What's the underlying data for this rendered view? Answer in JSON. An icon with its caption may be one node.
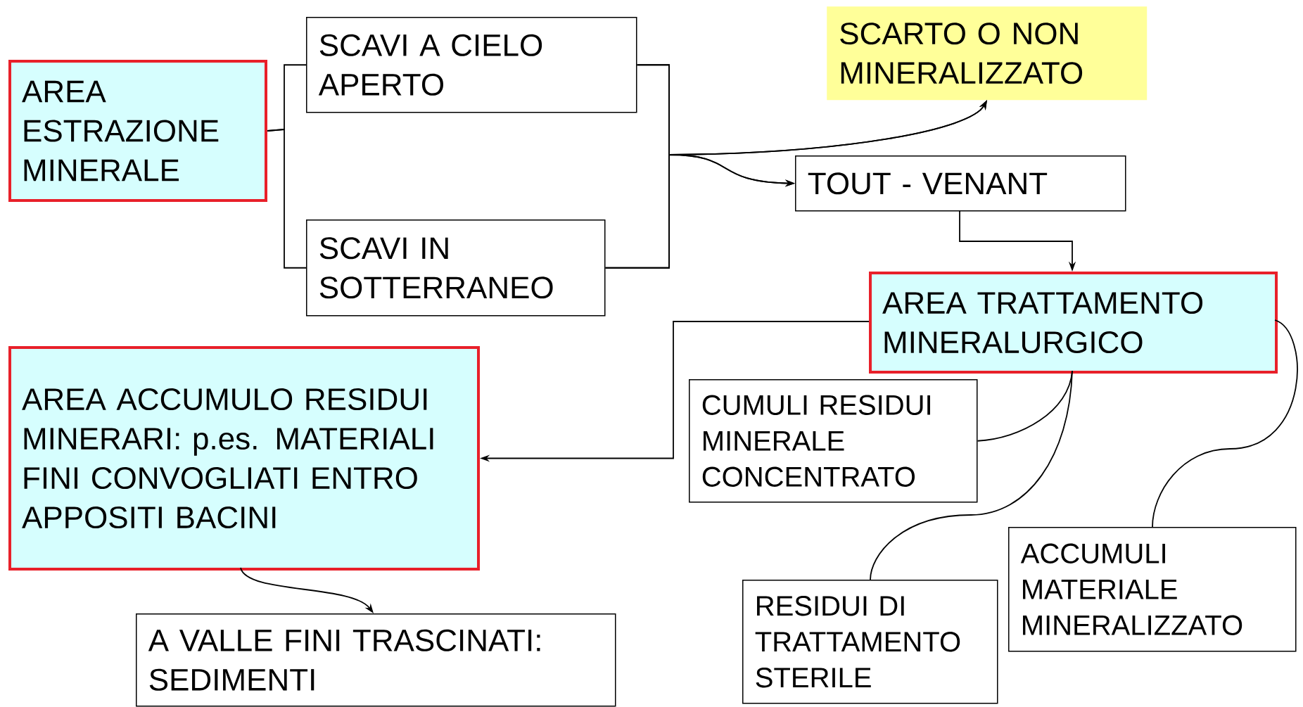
{
  "diagram": {
    "nodes": [
      {
        "text": [
          "AREA ESTRAZIONE MINERALE"
        ]
      },
      {
        "text": [
          "SCAVI A CIELO APERTO"
        ]
      },
      {
        "text": [
          "SCAVI IN SOTTERRANEO"
        ]
      },
      {
        "text": [
          "SCARTO O NON MINERALIZZATO"
        ]
      },
      {
        "text": [
          "TOUT - VENANT"
        ]
      },
      {
        "text": [
          "AREA TRATTAMENTO MINERALURGICO"
        ]
      },
      {
        "text": [
          "CUMULI RESIDUI MINERALE CONCENTRATO"
        ]
      },
      {
        "text": [
          "AREA ACCUMULO RESIDUI MINERARI: p.es. MATERIALI FINI CONVOGLIATI ENTRO APPOSITI BACINI"
        ]
      },
      {
        "text": [
          "A VALLE FINI TRASCINATI: SEDIMENTI"
        ]
      },
      {
        "text": [
          "RESIDUI DI TRATTAMENTO STERILE"
        ]
      },
      {
        "text": [
          "ACCUMULI MATERIALE MINERALIZZATO"
        ]
      }
    ],
    "edges": [
      {
        "from": 0,
        "to": 1,
        "arrow": "none"
      },
      {
        "from": 0,
        "to": 2,
        "arrow": "none"
      },
      {
        "from": 1,
        "to": 3,
        "arrow": "to"
      },
      {
        "from": 2,
        "to": 3,
        "arrow": "to"
      },
      {
        "from": 1,
        "to": 4,
        "arrow": "to"
      },
      {
        "from": 2,
        "to": 4,
        "arrow": "to"
      },
      {
        "from": 4,
        "to": 5,
        "arrow": "to"
      },
      {
        "from": 5,
        "to": 7,
        "arrow": "to"
      },
      {
        "from": 5,
        "to": 6,
        "arrow": "none"
      },
      {
        "from": 5,
        "to": 9,
        "arrow": "none"
      },
      {
        "from": 5,
        "to": 10,
        "arrow": "none"
      },
      {
        "from": 7,
        "to": 8,
        "arrow": "to"
      }
    ]
  }
}
